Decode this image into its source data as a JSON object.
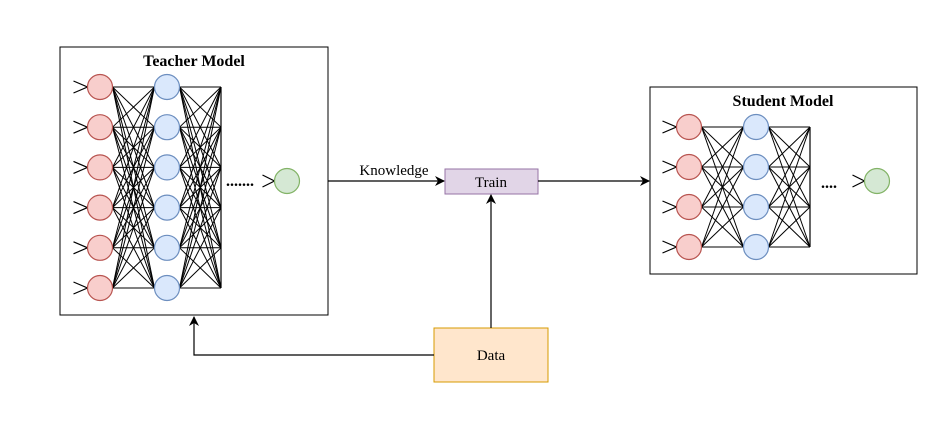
{
  "teacher": {
    "title": "Teacher Model",
    "ellipsis": "......."
  },
  "student": {
    "title": "Student Model",
    "ellipsis": "...."
  },
  "train": {
    "label": "Train"
  },
  "data_box": {
    "label": "Data"
  },
  "knowledge": {
    "label": "Knowledge"
  },
  "colors": {
    "input_fill": "#f8cecc",
    "input_stroke": "#b85450",
    "hidden_fill": "#dae8fc",
    "hidden_stroke": "#6c8ebf",
    "output_fill": "#d5e8d4",
    "output_stroke": "#82b366",
    "train_fill": "#e1d5e7",
    "train_stroke": "#9673a6",
    "data_fill": "#ffe6cc",
    "data_stroke": "#d79b00"
  }
}
